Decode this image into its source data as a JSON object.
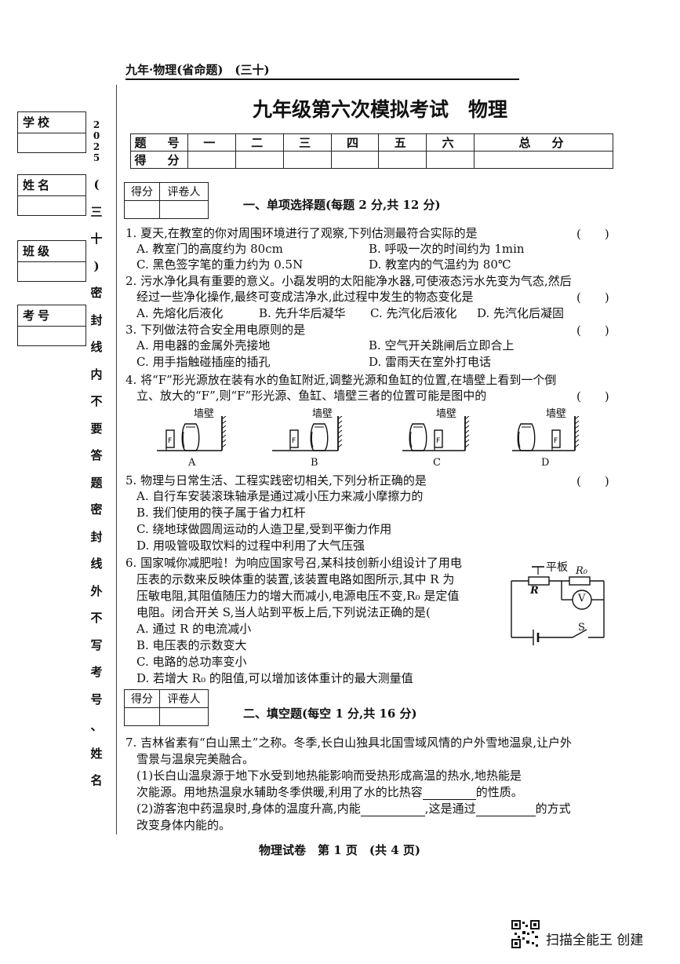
{
  "header": {
    "series": "九年·物理(省命题)　(三十)",
    "title": "九年级第六次模拟考试　物理"
  },
  "side": {
    "school": "学校",
    "name": "姓名",
    "class": "班级",
    "number": "考号",
    "year": [
      "2",
      "0",
      "2",
      "5"
    ],
    "vertical": [
      "(",
      "三",
      "十",
      ")",
      "密",
      "封",
      "线",
      "内",
      "不",
      "要",
      "答",
      "题",
      "密",
      "封",
      "线",
      "外",
      "不",
      "写",
      "考",
      "号",
      "、",
      "姓",
      "名"
    ]
  },
  "score_table": {
    "row1": [
      "题　号",
      "一",
      "二",
      "三",
      "四",
      "五",
      "六",
      "总　分"
    ],
    "row2_label": "得　分"
  },
  "grader": {
    "score": "得分",
    "grader": "评卷人"
  },
  "section1": {
    "title": "一、单项选择题(每题 2 分,共 12 分)"
  },
  "section2": {
    "title": "二、填空题(每空 1 分,共 16 分)"
  },
  "paren": "(　　)",
  "questions": {
    "q1": {
      "stem": "1. 夏天,在教室的你对周围环境进行了观察,下列估测最符合实际的是",
      "a": "A. 教室门的高度约为 80cm",
      "b": "B. 呼吸一次的时间约为 1min",
      "c": "C. 黑色签字笔的重力约为 0.5N",
      "d": "D. 教室内的气温约为 80℃"
    },
    "q2": {
      "stem1": "2. 污水净化具有重要的意义。小磊发明的太阳能净水器,可使液态污水先变为气态,然后",
      "stem2": "经过一些净化操作,最终可变成洁净水,此过程中发生的物态变化是",
      "a": "A. 先熔化后液化",
      "b": "B. 先升华后凝华",
      "c": "C. 先汽化后液化",
      "d": "D. 先汽化后凝固"
    },
    "q3": {
      "stem": "3. 下列做法符合安全用电原则的是",
      "a": "A. 用电器的金属外壳接地",
      "b": "B. 空气开关跳闸后立即合上",
      "c": "C. 用手指触碰插座的插孔",
      "d": "D. 雷雨天在室外打电话"
    },
    "q4": {
      "stem1": "4. 将“F”形光源放在装有水的鱼缸附近,调整光源和鱼缸的位置,在墙壁上看到一个倒",
      "stem2": "立、放大的“F”,则“F”形光源、鱼缸、墙壁三者的位置可能是图中的",
      "wall": "墙壁",
      "labels": [
        "A",
        "B",
        "C",
        "D"
      ]
    },
    "q5": {
      "stem": "5. 物理与日常生活、工程实践密切相关,下列分析正确的是",
      "a": "A. 自行车安装滚珠轴承是通过减小压力来减小摩擦力的",
      "b": "B. 我们使用的筷子属于省力杠杆",
      "c": "C. 绕地球做圆周运动的人造卫星,受到平衡力作用",
      "d": "D. 用吸管吸取饮料的过程中利用了大气压强"
    },
    "q6": {
      "l1": "6. 国家喊你减肥啦！为响应国家号召,某科技创新小组设计了用电",
      "l2": "压表的示数来反映体重的装置,该装置电路如图所示,其中 R 为",
      "l3": "压敏电阻,其阻值随压力的增大而减小,电源电压不变,R₀ 是定值",
      "l4": "电阻。闭合开关 S,当人站到平板上后,下列说法正确的是(",
      "a": "A. 通过 R 的电流减小",
      "b": "B. 电压表的示数变大",
      "c": "C. 电路的总功率变小",
      "d": "D. 若增大 R₀ 的阻值,可以增加该体重计的最大测量值",
      "circuit": {
        "plate": "平板",
        "r": "R",
        "r0": "R₀",
        "v": "V",
        "s": "S"
      }
    },
    "q7": {
      "l1": "7. 吉林省素有“白山黑土”之称。冬季,长白山独具北国雪域风情的户外雪地温泉,让户外",
      "l2": "雪景与温泉完美融合。",
      "l3": "(1)长白山温泉源于地下水受到地热能影响而受热形成高温的热水,地热能是",
      "l4a": "次能源。用地热温泉水辅助冬季供暖,利用了水的比热容",
      "l4b": "的性质。",
      "l5a": "(2)游客泡中药温泉时,身体的温度升高,内能",
      "l5b": ",这是通过",
      "l5c": "的方式",
      "l6": "改变身体内能的。"
    }
  },
  "footer": "物理试卷　第 1 页　(共 4 页)",
  "scanner": "扫描全能王 创建"
}
